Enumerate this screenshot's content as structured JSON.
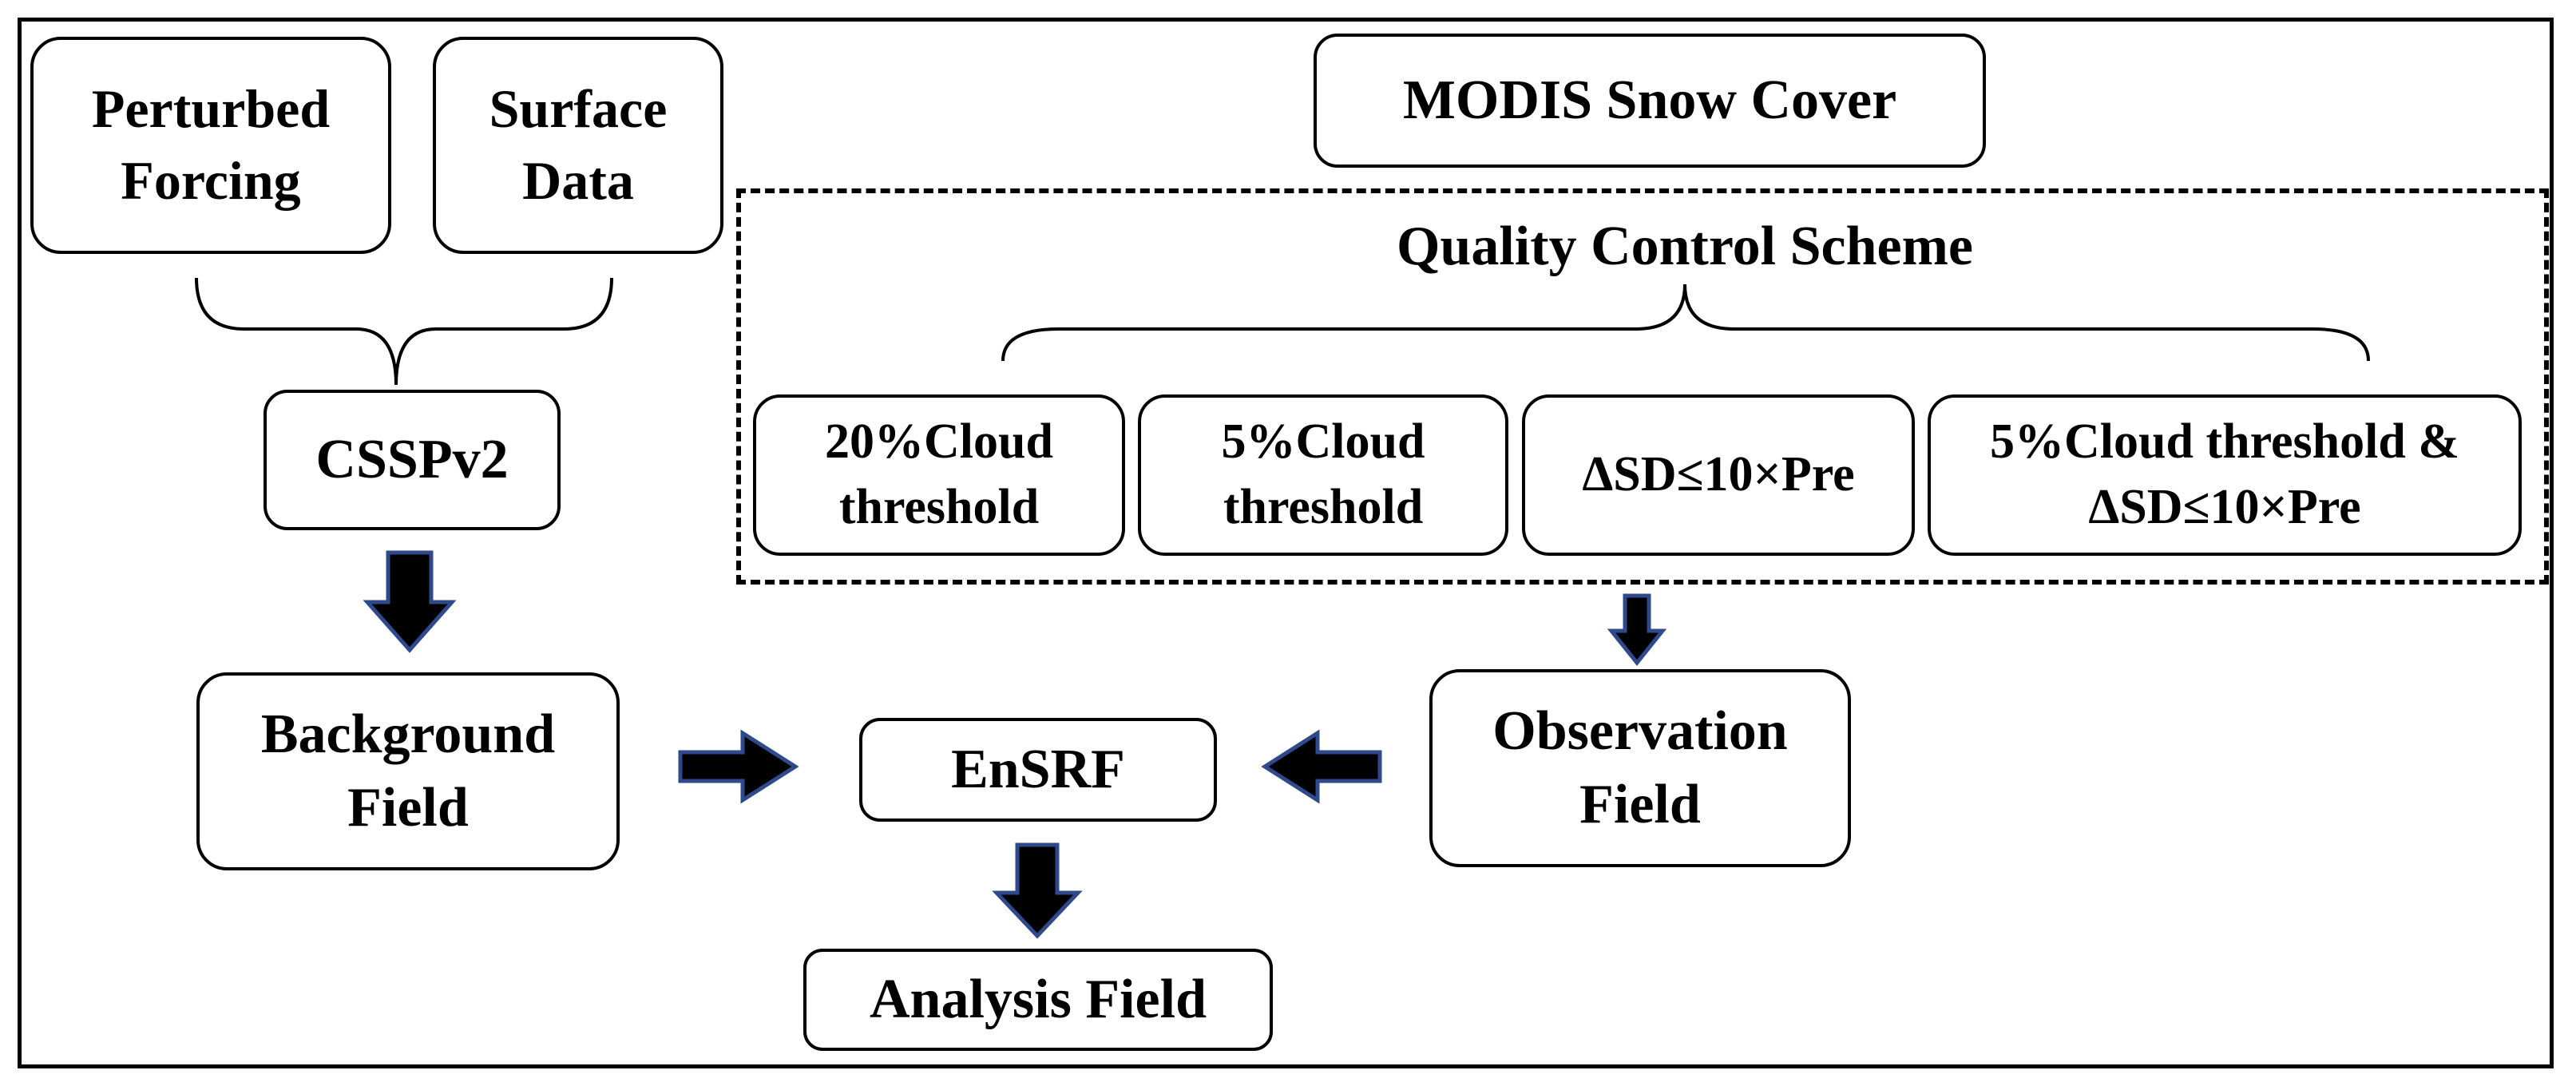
{
  "nodes": {
    "perturbed_forcing": "Perturbed\nForcing",
    "surface_data": "Surface\nData",
    "modis_snow_cover": "MODIS Snow Cover",
    "quality_control_scheme": "Quality Control Scheme",
    "cloud20": "20%Cloud\nthreshold",
    "cloud5": "5%Cloud\nthreshold",
    "delta_sd": "ΔSD≤10×Pre",
    "combined": "5%Cloud threshold &\nΔSD≤10×Pre",
    "csspv2": "CSSPv2",
    "background_field": "Background\nField",
    "ensrf": "EnSRF",
    "observation_field": "Observation\nField",
    "analysis_field": "Analysis Field"
  },
  "colors": {
    "arrow_fill": "#000000",
    "arrow_outline": "#2f4a8c",
    "line": "#000000",
    "background": "#ffffff"
  }
}
